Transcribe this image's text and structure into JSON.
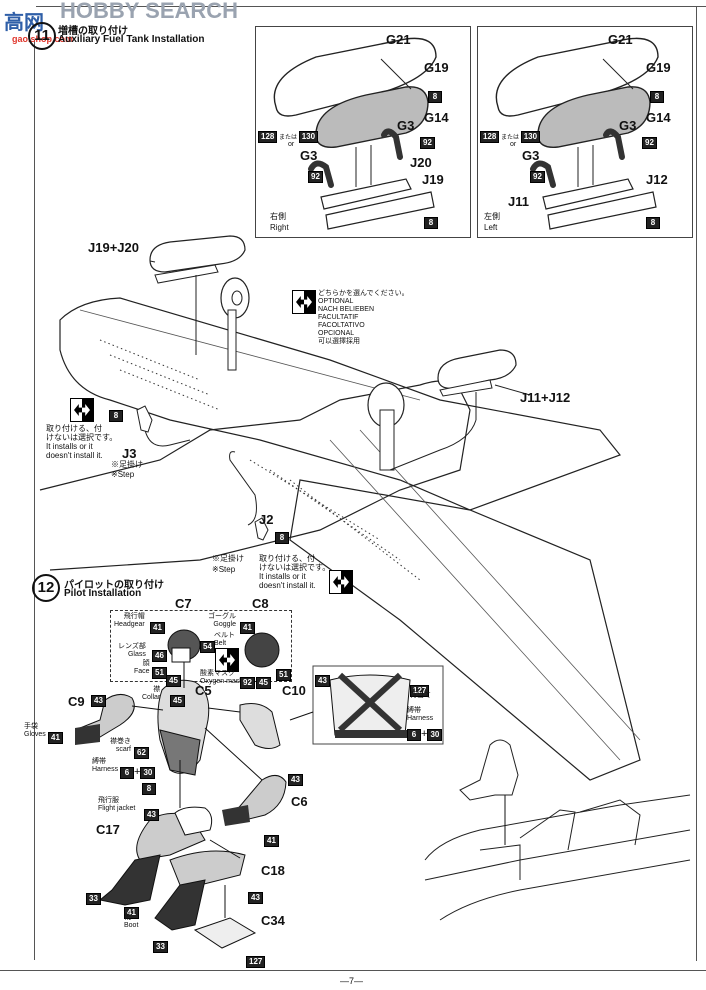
{
  "watermark": {
    "brand": "HOBBY SEARCH",
    "logo_text": "高网",
    "url": "gao.shop.com"
  },
  "step11": {
    "number": "11",
    "title_jp": "増槽の取り付け",
    "title_en": "Auxiliary Fuel Tank Installation",
    "right_panel": {
      "side_jp": "右側",
      "side_en": "Right",
      "parts": [
        "G21",
        "G19",
        "G14",
        "G3",
        "G3",
        "J20",
        "J19"
      ],
      "paint_codes": {
        "g19": "8",
        "main_a": "128",
        "or_jp": "または",
        "or_en": "or",
        "main_b": "130",
        "g3_right": "92",
        "g3_left": "92",
        "j19": "8"
      }
    },
    "left_panel": {
      "side_jp": "左側",
      "side_en": "Left",
      "parts": [
        "G21",
        "G19",
        "G14",
        "G3",
        "G3",
        "J12",
        "J11"
      ],
      "paint_codes": {
        "g19": "8",
        "main_a": "128",
        "or_jp": "または",
        "or_en": "or",
        "main_b": "130",
        "g3_right": "92",
        "g3_left": "92",
        "j12": "8"
      }
    },
    "callouts": {
      "right_tank": "J19+J20",
      "left_tank": "J11+J12"
    },
    "optional_legend": [
      "どちらかを選んでください。",
      "OPTIONAL",
      "NACH BELIEBEN",
      "FACULTATIF",
      "FACOLTATIVO",
      "OPCIONAL",
      "可以選擇採用"
    ],
    "step_j3": {
      "part": "J3",
      "paint": "8",
      "note_jp": "※足掛け",
      "note_en": "※Step",
      "option_jp_1": "取り付ける、付",
      "option_jp_2": "けないは選択です。",
      "option_en_1": "It installs or it",
      "option_en_2": "doesn't install it."
    },
    "step_j2": {
      "part": "J2",
      "paint": "8",
      "note_jp": "※足掛け",
      "note_en": "※Step",
      "option_jp_1": "取り付ける、付",
      "option_jp_2": "けないは選択です。",
      "option_en_1": "It installs or it",
      "option_en_2": "doesn't install it."
    }
  },
  "step12": {
    "number": "12",
    "title_jp": "パイロットの取り付け",
    "title_en": "Pilot Installation",
    "heads": {
      "c7": "C7",
      "c8": "C8",
      "headgear_jp": "飛行帽",
      "headgear_en": "Headgear",
      "headgear_code": "41",
      "glass_jp": "レンズ部",
      "glass_en": "Glass",
      "glass_code": "46",
      "face_jp": "顔",
      "face_en": "Face",
      "face_code": "51",
      "face_code2": "45",
      "belt_jp": "ベルト",
      "belt_en": "Belt",
      "belt_code": "54",
      "goggle_jp": "ゴーグル",
      "goggle_en": "Goggle",
      "goggle_code": "41",
      "mask_jp": "酸素マスク",
      "mask_en": "Oxygen mask",
      "mask_code": "92",
      "mask_code2": "45",
      "c8_face_code": "51"
    },
    "body": {
      "c5": "C5",
      "c9": "C9",
      "c10": "C10",
      "c6": "C6",
      "c17": "C17",
      "c18": "C18",
      "c34": "C34",
      "collar_jp": "襟",
      "collar_en": "Collar",
      "collar_code": "45",
      "c9_code": "43",
      "gloves_jp": "手袋",
      "gloves_en": "Gloves",
      "gloves_code": "41",
      "scarf_jp": "襟巻き",
      "scarf_en": "scarf",
      "scarf_code": "62",
      "harness_jp": "縛帯",
      "harness_en": "Harness",
      "harness_code_a": "6",
      "harness_plus": "+",
      "harness_code_b": "30",
      "body_code": "8",
      "jacket_jp": "飛行服",
      "jacket_en": "Flight jacket",
      "jacket_code": "43",
      "c6_code": "43",
      "c6_glove_code": "41",
      "c17_boot_code": "33",
      "boot_jp": "靴",
      "boot_en": "Boot",
      "boot_code": "41",
      "c18_code": "43",
      "c18_boot_code": "33",
      "c34_code": "127"
    },
    "back_detail": {
      "jacket_code": "43",
      "pad_code": "127",
      "pad_jp": "背当て",
      "harness_jp": "縛帯",
      "harness_en": "Harness",
      "harness_code_a": "6",
      "harness_plus": "+",
      "harness_code_b": "30"
    }
  },
  "footer": {
    "page": "—7—"
  }
}
